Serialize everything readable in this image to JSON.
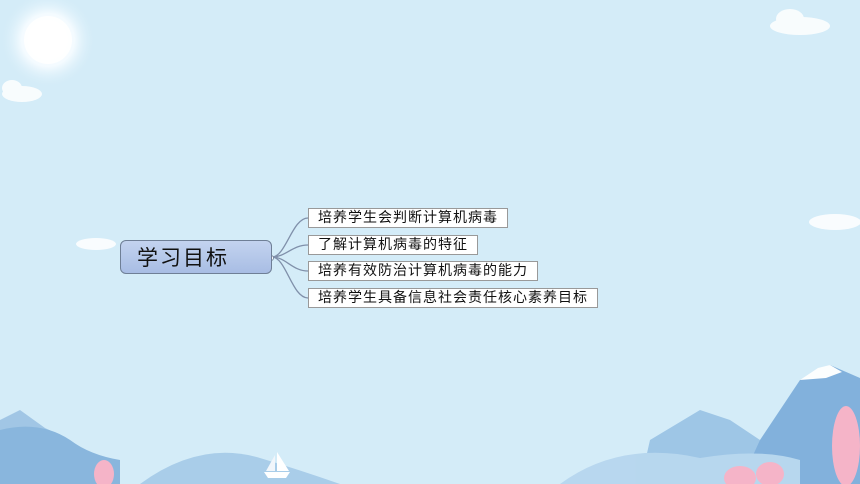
{
  "mindmap": {
    "root": "学习目标",
    "children": [
      "培养学生会判断计算机病毒",
      "了解计算机病毒的特征",
      "培养有效防治计算机病毒的能力",
      "培养学生具备信息社会责任核心素养目标"
    ]
  },
  "colors": {
    "background": "#d4ecf8",
    "root_fill": "#b4c8ea",
    "connector": "#8090aa"
  }
}
